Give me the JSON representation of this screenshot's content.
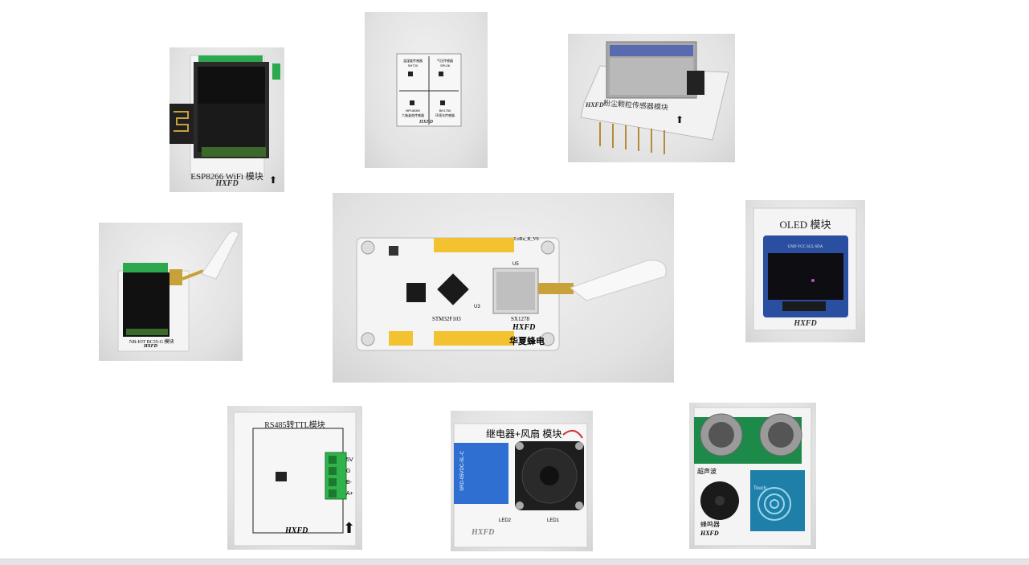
{
  "modules": {
    "esp8266": {
      "label": "ESP8266 WiFi 模块",
      "brand": "HXFD"
    },
    "sensor_board": {
      "cells": [
        "温湿度传感器",
        "气压传感器",
        "六轴姿态传感器",
        "环境光传感器"
      ],
      "chips": [
        "SHT20",
        "SPL06",
        "MPU6050",
        "BH1750"
      ],
      "brand": "HXFD"
    },
    "gas_sensor": {
      "label": "粉尘颗粒传感器模块",
      "brand": "HXFD"
    },
    "nb_iot": {
      "label": "NB-IOT BC35-G 模块",
      "brand": "HXFD"
    },
    "lora": {
      "board_version": "LoRa_B_V6",
      "mcu_label": "STM32F103",
      "rf_label": "SX1278",
      "brand": "HXFD",
      "company": "华夏蜂电",
      "u5": "U5",
      "u3": "U3"
    },
    "oled": {
      "label": "OLED 模块",
      "pins": "GND VCC SCL SDA",
      "brand": "HXFD"
    },
    "rs485": {
      "label": "RS485转TTL模块",
      "pins": [
        "5V",
        "G",
        "B-",
        "A+"
      ],
      "brand": "HXFD"
    },
    "relay": {
      "label": "继电器+风扇 模块",
      "relay_text": "SRD-05VDC-SL-C",
      "brand": "HXFD",
      "led1": "LED1",
      "led2": "LED2"
    },
    "ultrasonic": {
      "ultrasonic_label": "超声波",
      "buzzer_label": "蜂鸣器",
      "touch_label": "Touch",
      "brand": "HXFD"
    }
  },
  "colors": {
    "pcb_white": "#f4f4f4",
    "header_yellow": "#f2c230",
    "oled_blue": "#2a4fa0",
    "terminal_green": "#2fb34a",
    "pcb_green": "#1e8a4a",
    "touch_teal": "#1e7fa8",
    "relay_blue": "#2e6fd1"
  }
}
